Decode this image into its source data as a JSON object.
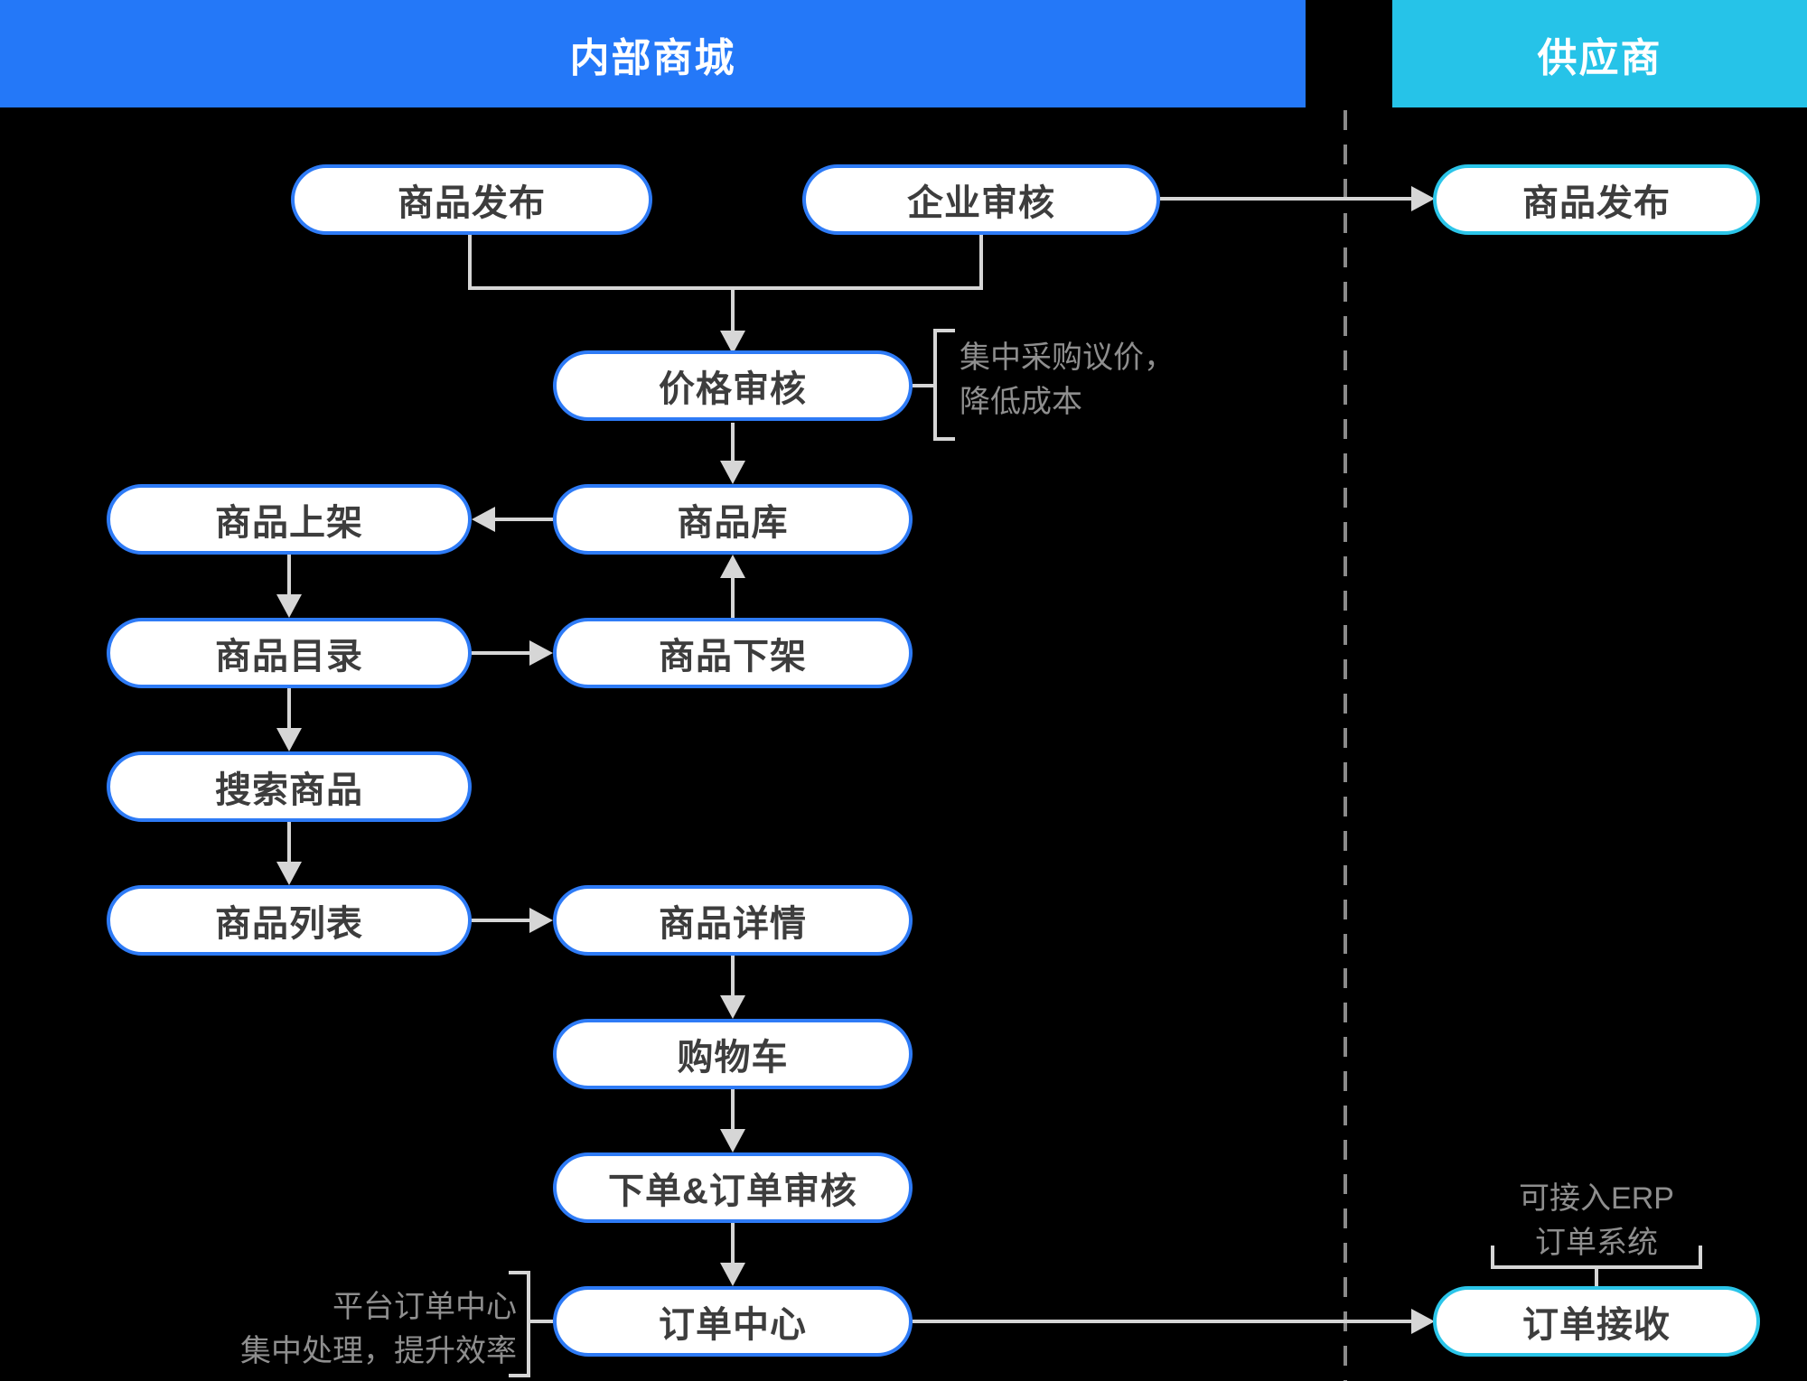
{
  "headers": {
    "internal": "内部商城",
    "supplier": "供应商"
  },
  "nodes": {
    "product_publish_internal": "商品发布",
    "enterprise_review": "企业审核",
    "price_review": "价格审核",
    "product_library": "商品库",
    "product_on_shelf": "商品上架",
    "product_catalog": "商品目录",
    "product_off_shelf": "商品下架",
    "search_product": "搜索商品",
    "product_list": "商品列表",
    "product_detail": "商品详情",
    "shopping_cart": "购物车",
    "place_order_review": "下单&订单审核",
    "order_center": "订单中心",
    "product_publish_supplier": "商品发布",
    "order_receive": "订单接收"
  },
  "annotations": {
    "price_review_note": {
      "line1": "集中采购议价，",
      "line2": "降低成本"
    },
    "order_center_note": {
      "line1": "平台订单中心",
      "line2": "集中处理，提升效率"
    },
    "order_receive_note": {
      "line1": "可接入ERP",
      "line2": "订单系统"
    }
  },
  "colors": {
    "internal_accent": "#2478F8",
    "supplier_accent": "#26C3E8",
    "node_border_blue": "#2E7BF6",
    "node_border_cyan": "#2BC5E9",
    "node_text": "#3D3D3D",
    "connector_line": "#D6D6D6",
    "annotation_text": "#8E8E8E",
    "dashed_divider": "#8A8A8A",
    "background": "#000000"
  }
}
